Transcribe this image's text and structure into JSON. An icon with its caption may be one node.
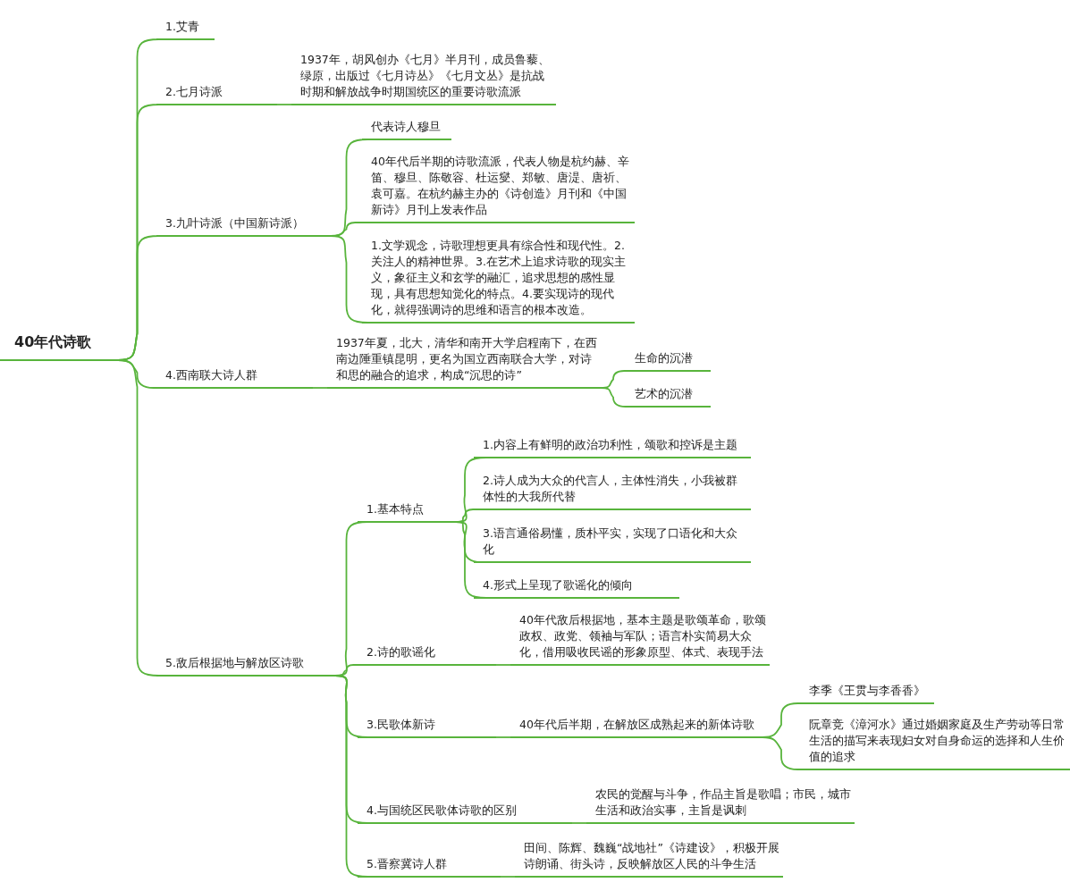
{
  "diagram": {
    "nodes": [
      {
        "text": [
          "40年代诗歌"
        ]
      },
      {
        "text": [
          "1.艾青"
        ]
      },
      {
        "text": [
          "2.七月诗派"
        ]
      },
      {
        "text": [
          "1937年，胡风创办《七月》半月刊，成员鲁藜、绿原，出版过《七月诗丛》《七月文丛》是抗战时期和解放战争时期国统区的重要诗歌流派"
        ]
      },
      {
        "text": [
          "3.九叶诗派（中国新诗派）"
        ]
      },
      {
        "text": [
          "代表诗人穆旦"
        ]
      },
      {
        "text": [
          "40年代后半期的诗歌流派，代表人物是杭约赫、辛笛、穆旦、陈敬容、杜运燮、郑敏、唐湜、唐祈、袁可嘉。在杭约赫主办的《诗创造》月刊和《中国新诗》月刊上发表作品"
        ]
      },
      {
        "text": [
          "1.文学观念，诗歌理想更具有综合性和现代性。2.关注人的精神世界。3.在艺术上追求诗歌的现实主义，象征主义和玄学的融汇，追求思想的感性显现，具有思想知觉化的特点。4.要实现诗的现代化，就得强调诗的思维和语言的根本改造。"
        ]
      },
      {
        "text": [
          "4.西南联大诗人群"
        ]
      },
      {
        "text": [
          "1937年夏，北大，清华和南开大学启程南下，在西南边陲重镇昆明，更名为国立西南联合大学，对诗和思的融合的追求，构成“沉思的诗”"
        ]
      },
      {
        "text": [
          "生命的沉潜"
        ]
      },
      {
        "text": [
          "艺术的沉潜"
        ]
      },
      {
        "text": [
          "5.敌后根据地与解放区诗歌"
        ]
      },
      {
        "text": [
          "1.基本特点"
        ]
      },
      {
        "text": [
          "1.内容上有鲜明的政治功利性，颂歌和控诉是主题"
        ]
      },
      {
        "text": [
          "2.诗人成为大众的代言人，主体性消失，小我被群体性的大我所代替"
        ]
      },
      {
        "text": [
          "3.语言通俗易懂，质朴平实，实现了口语化和大众化"
        ]
      },
      {
        "text": [
          "4.形式上呈现了歌谣化的倾向"
        ]
      },
      {
        "text": [
          "2.诗的歌谣化"
        ]
      },
      {
        "text": [
          "40年代敌后根据地，基本主题是歌颂革命，歌颂政权、政党、领袖与军队；语言朴实简易大众化，借用吸收民谣的形象原型、体式、表现手法"
        ]
      },
      {
        "text": [
          "3.民歌体新诗"
        ]
      },
      {
        "text": [
          "40年代后半期，在解放区成熟起来的新体诗歌"
        ]
      },
      {
        "text": [
          "李季《王贯与李香香》"
        ]
      },
      {
        "text": [
          "阮章竞《漳河水》通过婚姻家庭及生产劳动等日常生活的描写来表现妇女对自身命运的选择和人生价值的追求"
        ]
      },
      {
        "text": [
          "4.与国统区民歌体诗歌的区别"
        ]
      },
      {
        "text": [
          "农民的觉醒与斗争，作品主旨是歌唱；市民，城市生活和政治实事，主旨是讽刺"
        ]
      },
      {
        "text": [
          "5.晋察冀诗人群"
        ]
      },
      {
        "text": [
          "田间、陈辉、魏巍“战地社”《诗建设》，积极开展诗朗诵、街头诗，反映解放区人民的斗争生活"
        ]
      }
    ],
    "edges": [
      {
        "from": 0,
        "to": 1,
        "arrow": "none"
      },
      {
        "from": 0,
        "to": 2,
        "arrow": "none"
      },
      {
        "from": 2,
        "to": 3,
        "arrow": "none"
      },
      {
        "from": 0,
        "to": 4,
        "arrow": "none"
      },
      {
        "from": 4,
        "to": 5,
        "arrow": "none"
      },
      {
        "from": 4,
        "to": 6,
        "arrow": "none"
      },
      {
        "from": 4,
        "to": 7,
        "arrow": "none"
      },
      {
        "from": 0,
        "to": 8,
        "arrow": "none"
      },
      {
        "from": 8,
        "to": 9,
        "arrow": "none"
      },
      {
        "from": 9,
        "to": 10,
        "arrow": "none"
      },
      {
        "from": 9,
        "to": 11,
        "arrow": "none"
      },
      {
        "from": 0,
        "to": 12,
        "arrow": "none"
      },
      {
        "from": 12,
        "to": 13,
        "arrow": "none"
      },
      {
        "from": 13,
        "to": 14,
        "arrow": "none"
      },
      {
        "from": 13,
        "to": 15,
        "arrow": "none"
      },
      {
        "from": 13,
        "to": 16,
        "arrow": "none"
      },
      {
        "from": 13,
        "to": 17,
        "arrow": "none"
      },
      {
        "from": 12,
        "to": 18,
        "arrow": "none"
      },
      {
        "from": 18,
        "to": 19,
        "arrow": "none"
      },
      {
        "from": 12,
        "to": 20,
        "arrow": "none"
      },
      {
        "from": 20,
        "to": 21,
        "arrow": "none"
      },
      {
        "from": 21,
        "to": 22,
        "arrow": "none"
      },
      {
        "from": 21,
        "to": 23,
        "arrow": "none"
      },
      {
        "from": 12,
        "to": 24,
        "arrow": "none"
      },
      {
        "from": 24,
        "to": 25,
        "arrow": "none"
      },
      {
        "from": 12,
        "to": 26,
        "arrow": "none"
      },
      {
        "from": 26,
        "to": 27,
        "arrow": "none"
      }
    ]
  }
}
